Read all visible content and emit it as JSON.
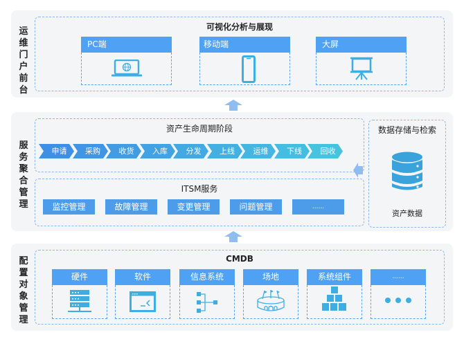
{
  "layers": {
    "portal": {
      "label": "运维门户前台",
      "title": "可视化分析与展现",
      "cards": [
        {
          "label": "PC端",
          "icon": "laptop-globe-icon"
        },
        {
          "label": "移动端",
          "icon": "mobile-phone-icon"
        },
        {
          "label": "大屏",
          "icon": "projector-screen-icon"
        }
      ]
    },
    "service": {
      "label": "服务聚合管理",
      "lifecycle": {
        "title": "资产生命周期阶段",
        "stages": [
          "申请",
          "采购",
          "收货",
          "入库",
          "分发",
          "上线",
          "运维",
          "下线",
          "回收"
        ]
      },
      "itsm": {
        "title": "ITSM服务",
        "items": [
          "监控管理",
          "故障管理",
          "变更管理",
          "问题管理",
          "......"
        ]
      },
      "storage": {
        "title": "数据存储与检索",
        "icon": "database-icon",
        "caption": "资产数据"
      }
    },
    "config": {
      "label": "配置对象管理",
      "title": "CMDB",
      "cards": [
        {
          "label": "硬件",
          "icon": "server-rack-icon"
        },
        {
          "label": "软件",
          "icon": "terminal-window-icon"
        },
        {
          "label": "信息系统",
          "icon": "hierarchy-icon"
        },
        {
          "label": "场地",
          "icon": "stadium-icon"
        },
        {
          "label": "系统组件",
          "icon": "stacked-boxes-icon"
        },
        {
          "label": "......",
          "icon": "ellipsis-icon"
        }
      ]
    }
  },
  "colors": {
    "accent": "#4ea1f3",
    "icon": "#3daee3",
    "dash": "#5aa0ea",
    "arrow": "#8fbdf0",
    "layer_bg": "#f4f5f6",
    "stage_start": "#3f8fe6",
    "stage_end": "#45c3df"
  }
}
